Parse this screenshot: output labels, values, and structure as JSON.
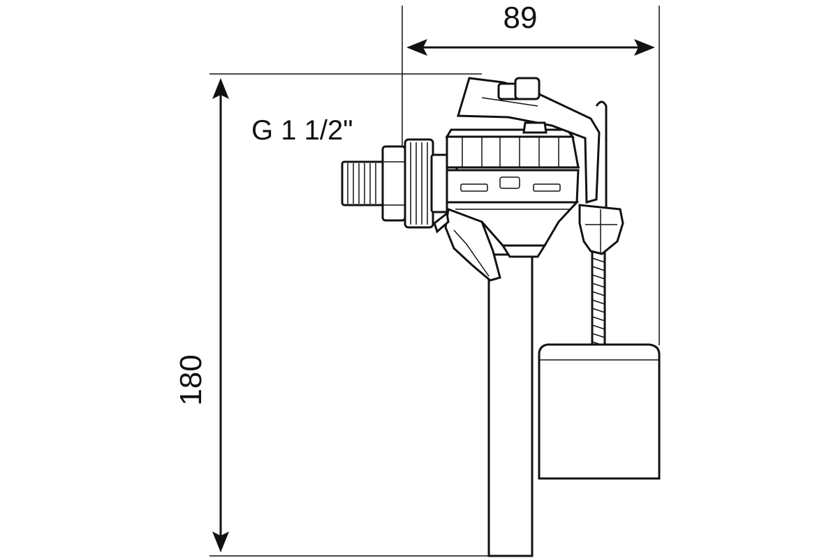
{
  "dimensions": {
    "width_label": "89",
    "height_label": "180"
  },
  "thread_label": "G 1 1/2\"",
  "colors": {
    "line": "#111111",
    "background": "#ffffff"
  }
}
